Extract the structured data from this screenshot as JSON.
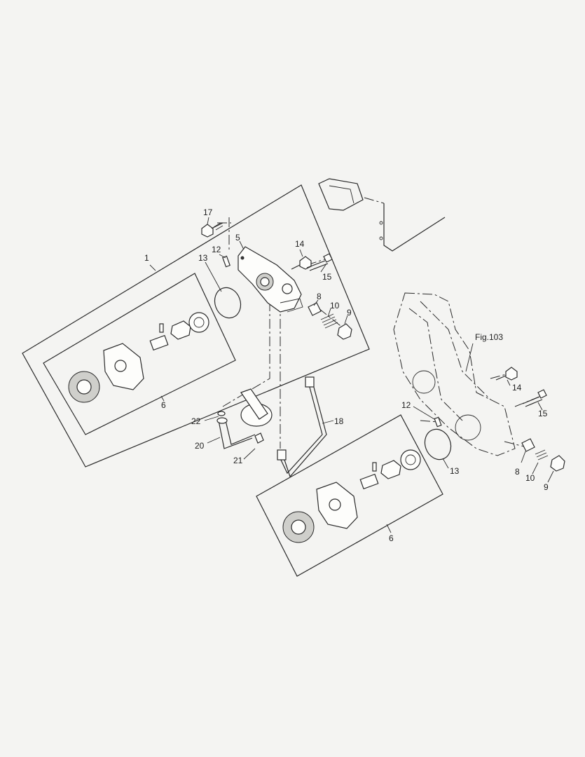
{
  "callouts": {
    "c1": "1",
    "c5": "5",
    "c6_left": "6",
    "c6_right": "6",
    "c8_main": "8",
    "c8_cover": "8",
    "c9_main": "9",
    "c9_cover": "9",
    "c10_main": "10",
    "c10_cover": "10",
    "c12_main": "12",
    "c12_cover": "12",
    "c13_main": "13",
    "c13_right": "13",
    "c14_main": "14",
    "c14_cover": "14",
    "c15_main": "15",
    "c15_cover": "15",
    "c17": "17",
    "c18": "18",
    "c20": "20",
    "c21": "21",
    "c22": "22",
    "fig_ref": "Fig.103"
  }
}
